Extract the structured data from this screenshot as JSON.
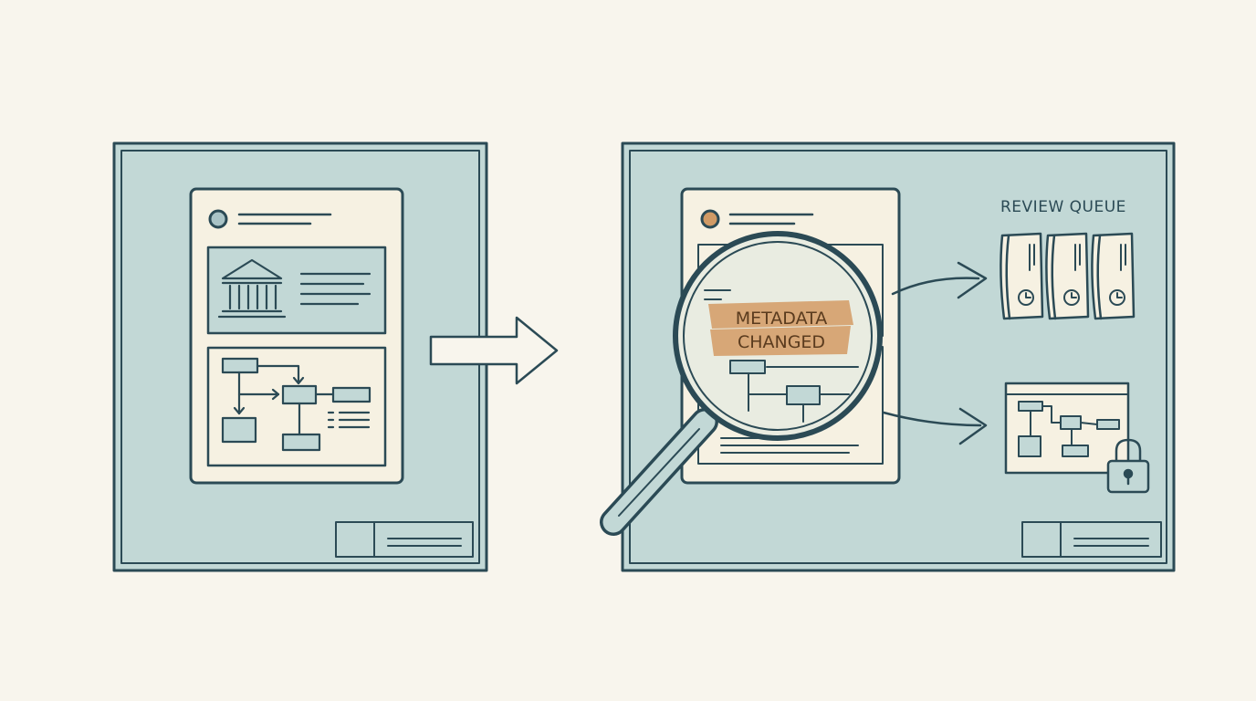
{
  "review_queue": {
    "title": "REVIEW QUEUE"
  },
  "magnifier": {
    "stamp_line1": "METADATA",
    "stamp_line2": "CHANGED"
  },
  "colors": {
    "background": "#f8f5ed",
    "panel": "#c2d8d6",
    "stroke": "#2b4a55",
    "paper": "#f6f1e2",
    "highlight": "#d7a777",
    "avatar_neutral": "#a9c3c6",
    "avatar_warm": "#d09a65"
  },
  "icons": [
    "institution-icon",
    "magnifier-icon",
    "lock-icon",
    "clock-icon",
    "arrow-right-icon"
  ]
}
